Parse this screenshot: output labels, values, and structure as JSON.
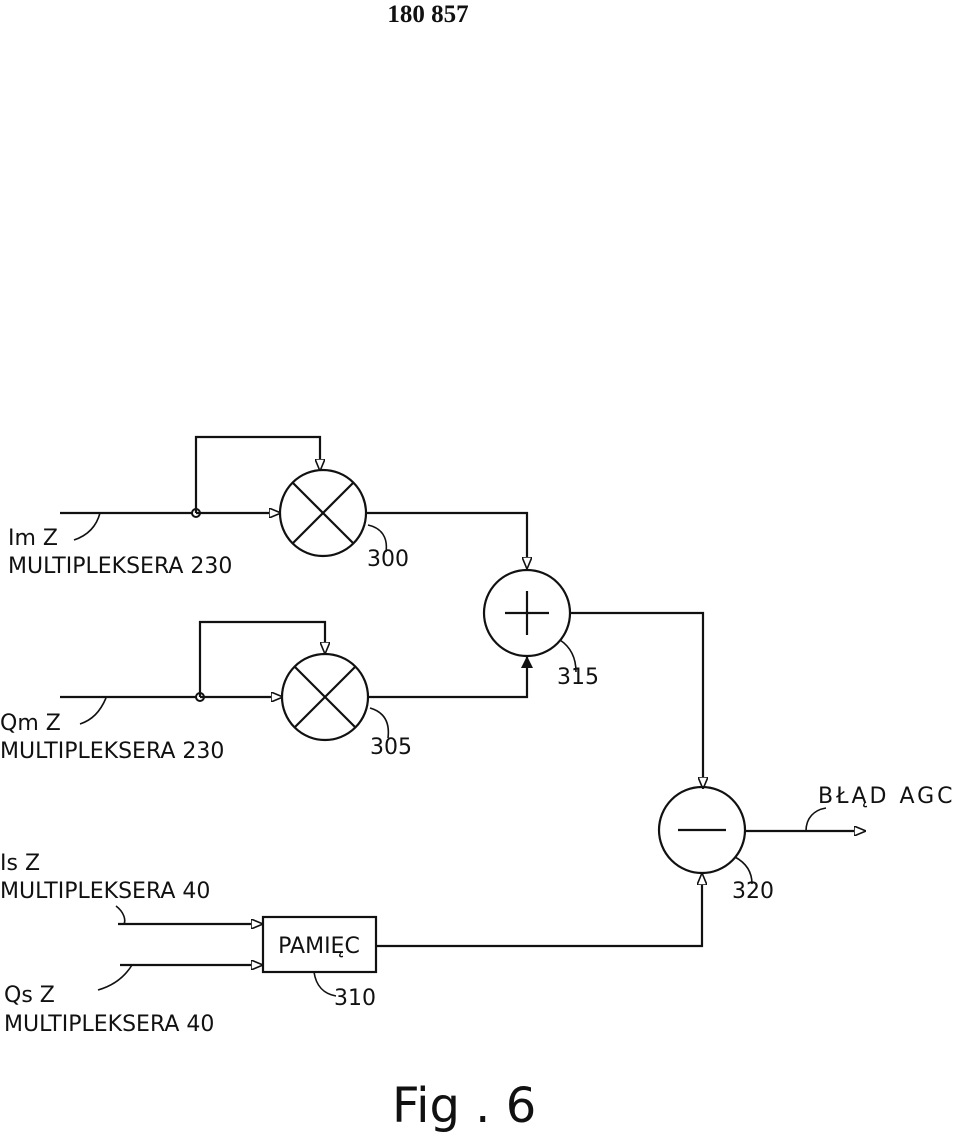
{
  "header": {
    "page_number": "180 857"
  },
  "inputs": {
    "im": {
      "line1": "Im Z",
      "line2": "MULTIPLEKSERA 230"
    },
    "qm": {
      "line1": "Qm Z",
      "line2": "MULTIPLEKSERA 230"
    },
    "is": {
      "line1": "Is Z",
      "line2": "MULTIPLEKSERA 40"
    },
    "qs": {
      "line1": "Qs Z",
      "line2": "MULTIPLEKSERA 40"
    }
  },
  "blocks": {
    "multiplier_1": {
      "ref": "300"
    },
    "multiplier_2": {
      "ref": "305"
    },
    "memory": {
      "label": "PAMIĘC",
      "ref": "310"
    },
    "adder": {
      "ref": "315"
    },
    "subtractor": {
      "ref": "320"
    }
  },
  "output": {
    "label": "BŁĄD AGC"
  },
  "caption": "Fig . 6"
}
